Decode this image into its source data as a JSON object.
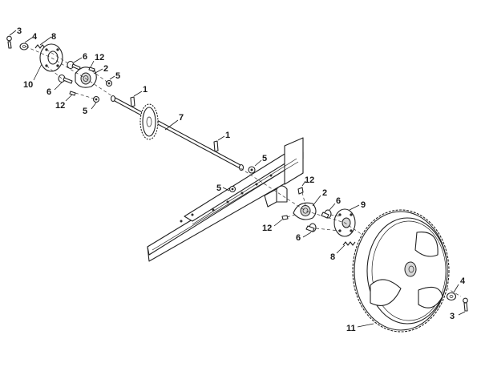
{
  "labels": {
    "l3a": "3",
    "l4a": "4",
    "l8a": "8",
    "l10": "10",
    "l6a": "6",
    "l12a": "12",
    "l2a": "2",
    "l5a": "5",
    "l12b": "12",
    "l5b": "5",
    "l1a": "1",
    "l7": "7",
    "l1b": "1",
    "l5c": "5",
    "l5d": "5",
    "l12c": "12",
    "l2b": "2",
    "l6b": "6",
    "l9": "9",
    "l12d": "12",
    "l6c": "6",
    "l8b": "8",
    "l11": "11",
    "l4b": "4",
    "l3b": "3"
  }
}
